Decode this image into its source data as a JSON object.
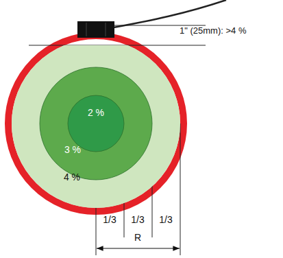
{
  "diagram": {
    "nodes": [
      {
        "text": [
          "4 %"
        ]
      },
      {
        "text": [
          "3 %"
        ],
        "in": 0
      },
      {
        "text": [
          "2 %"
        ],
        "in": 1
      }
    ],
    "labels": [
      "1\" (25mm): >4 %",
      "1/3",
      "1/3",
      "1/3",
      "R"
    ]
  }
}
